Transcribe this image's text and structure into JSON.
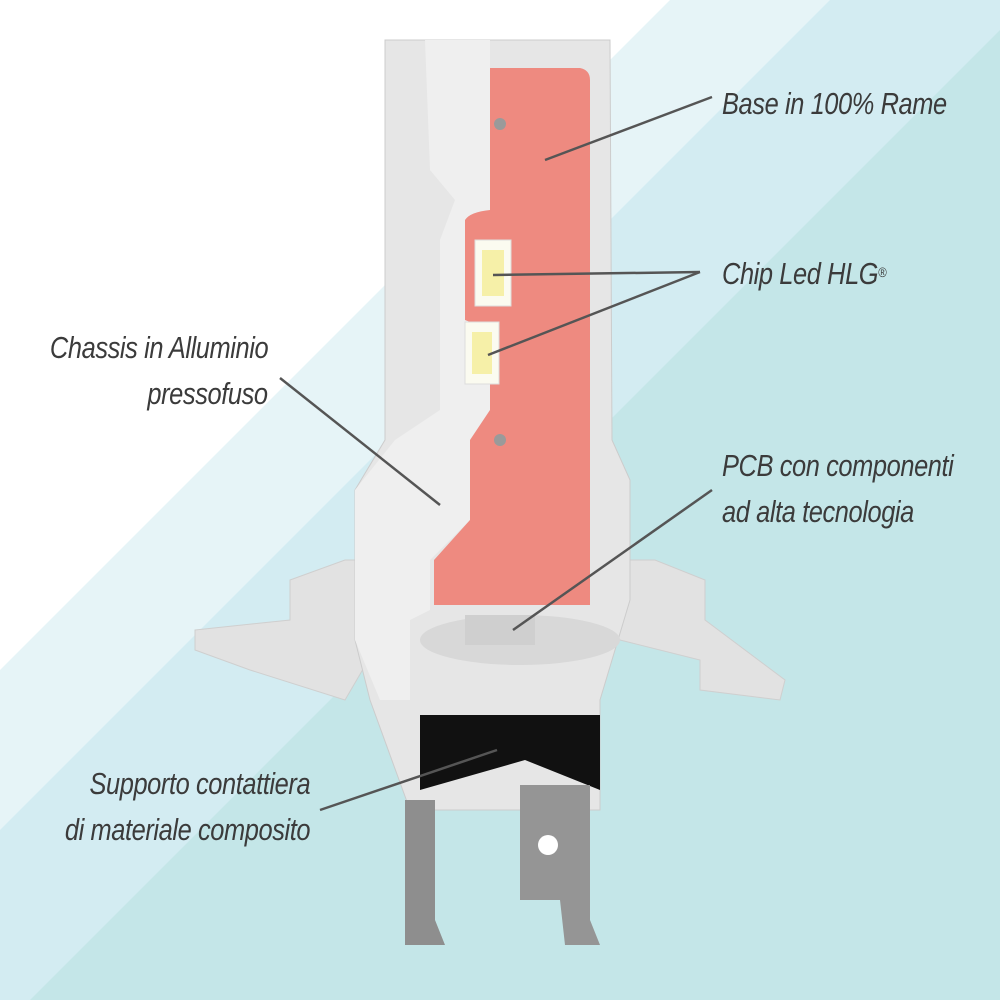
{
  "labels": {
    "base": "Base in 100% Rame",
    "chip": "Chip Led HLG",
    "chip_mark": "®",
    "chassis_line1": "Chassis in Alluminio",
    "chassis_line2": "pressofuso",
    "pcb_line1": "PCB con componenti",
    "pcb_line2": "ad alta tecnologia",
    "support_line1": "Supporto contattiera",
    "support_line2": "di materiale composito"
  },
  "colors": {
    "copper": "#ee8a80",
    "chassis": "#e4e4e4",
    "leader": "#555555",
    "text": "#3b3b3b"
  }
}
